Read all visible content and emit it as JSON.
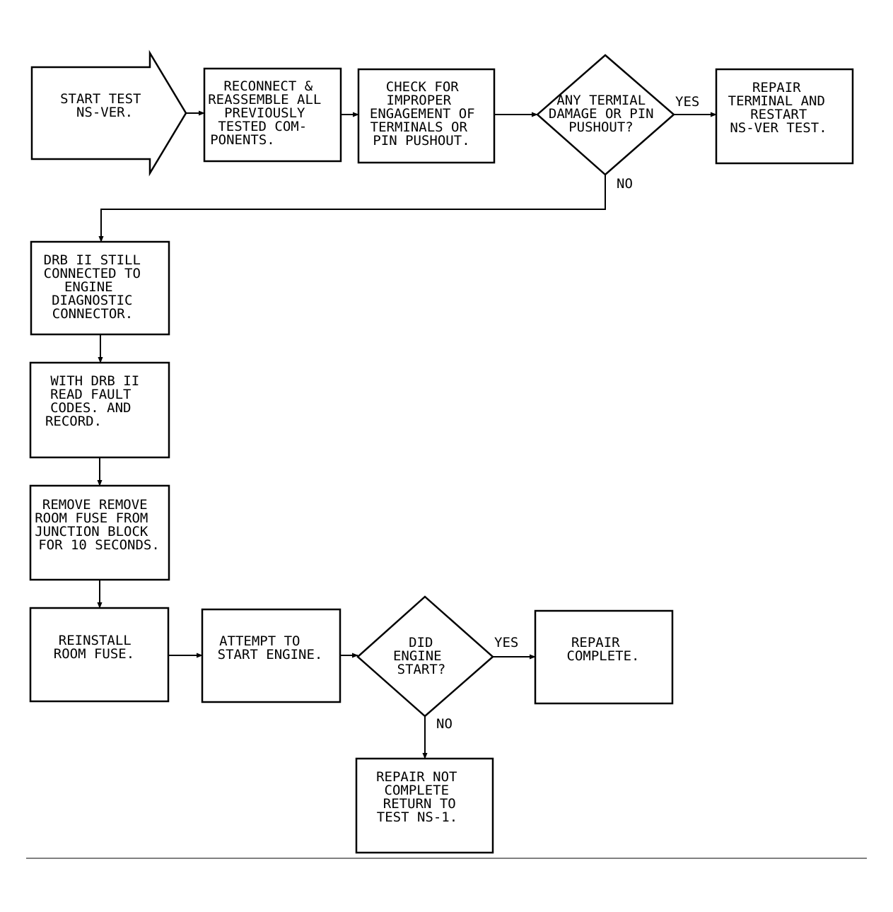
{
  "nodes": {
    "start": {
      "lines": [
        "START TEST",
        "NS-VER."
      ]
    },
    "reconnect": {
      "lines": [
        "RECONNECT &",
        "REASSEMBLE ALL",
        "PREVIOUSLY",
        "TESTED COM-",
        "PONENTS."
      ]
    },
    "check": {
      "lines": [
        "CHECK FOR",
        "IMPROPER",
        "ENGAGEMENT OF",
        "TERMINALS OR",
        "PIN PUSHOUT."
      ]
    },
    "any_damage": {
      "lines": [
        "ANY TERMIAL",
        "DAMAGE OR PIN",
        "PUSHOUT?"
      ]
    },
    "repair_terminal": {
      "lines": [
        "REPAIR",
        "TERMINAL AND",
        "RESTART",
        "NS-VER TEST."
      ]
    },
    "drb_connected": {
      "lines": [
        "DRB II STILL",
        "CONNECTED TO",
        "ENGINE",
        "DIAGNOSTIC",
        "CONNECTOR."
      ]
    },
    "read_codes": {
      "lines": [
        "WITH DRB II",
        "READ FAULT",
        "CODES. AND",
        "RECORD."
      ]
    },
    "remove_fuse": {
      "lines": [
        "REMOVE REMOVE",
        "ROOM FUSE FROM",
        "JUNCTION BLOCK",
        "FOR 10 SECONDS."
      ]
    },
    "reinstall": {
      "lines": [
        "REINSTALL",
        "ROOM FUSE."
      ]
    },
    "attempt": {
      "lines": [
        "ATTEMPT TO",
        "START ENGINE."
      ]
    },
    "did_start": {
      "lines": [
        "DID",
        "ENGINE",
        "START?"
      ]
    },
    "repair_complete": {
      "lines": [
        "REPAIR",
        "COMPLETE."
      ]
    },
    "repair_not_complete": {
      "lines": [
        "REPAIR NOT",
        "COMPLETE",
        "RETURN TO",
        "TEST NS-1."
      ]
    }
  },
  "branches": {
    "damage_yes": "YES",
    "damage_no": "NO",
    "start_yes": "YES",
    "start_no": "NO"
  },
  "colors": {
    "ink": "#000000",
    "paper": "#ffffff"
  }
}
